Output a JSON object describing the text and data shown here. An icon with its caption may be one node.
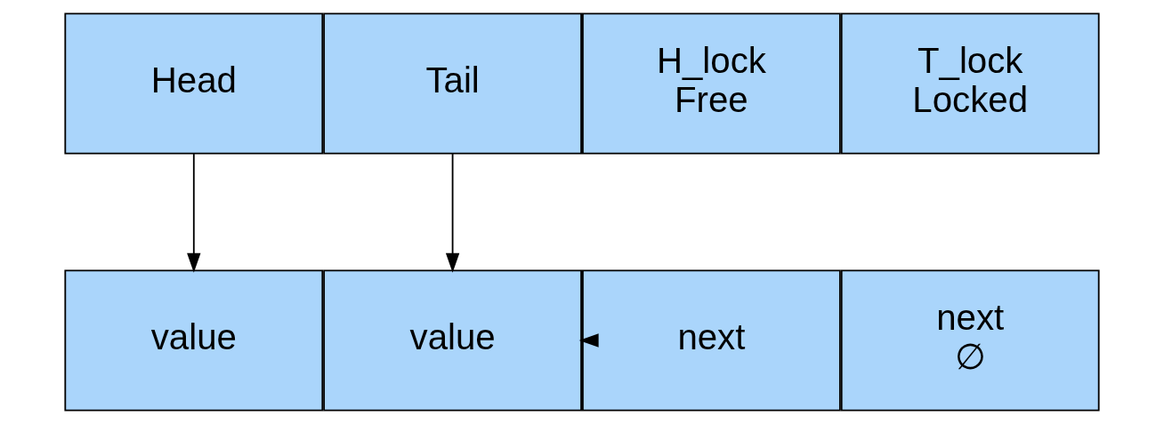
{
  "diagram": {
    "nodes": [
      {
        "text": [
          "Head"
        ]
      },
      {
        "text": [
          "Tail"
        ]
      },
      {
        "text": [
          "H_lock",
          "Free"
        ]
      },
      {
        "text": [
          "T_lock",
          "Locked"
        ]
      },
      {
        "text": [
          "value"
        ]
      },
      {
        "text": [
          "next"
        ]
      },
      {
        "text": [
          "value"
        ]
      },
      {
        "text": [
          "next",
          "∅"
        ]
      }
    ],
    "edges": [
      {
        "from": 0,
        "to": 4,
        "arrow": "to"
      },
      {
        "from": 1,
        "to": 6,
        "arrow": "to"
      },
      {
        "from": 5,
        "to": 6,
        "arrow": "to"
      }
    ]
  }
}
